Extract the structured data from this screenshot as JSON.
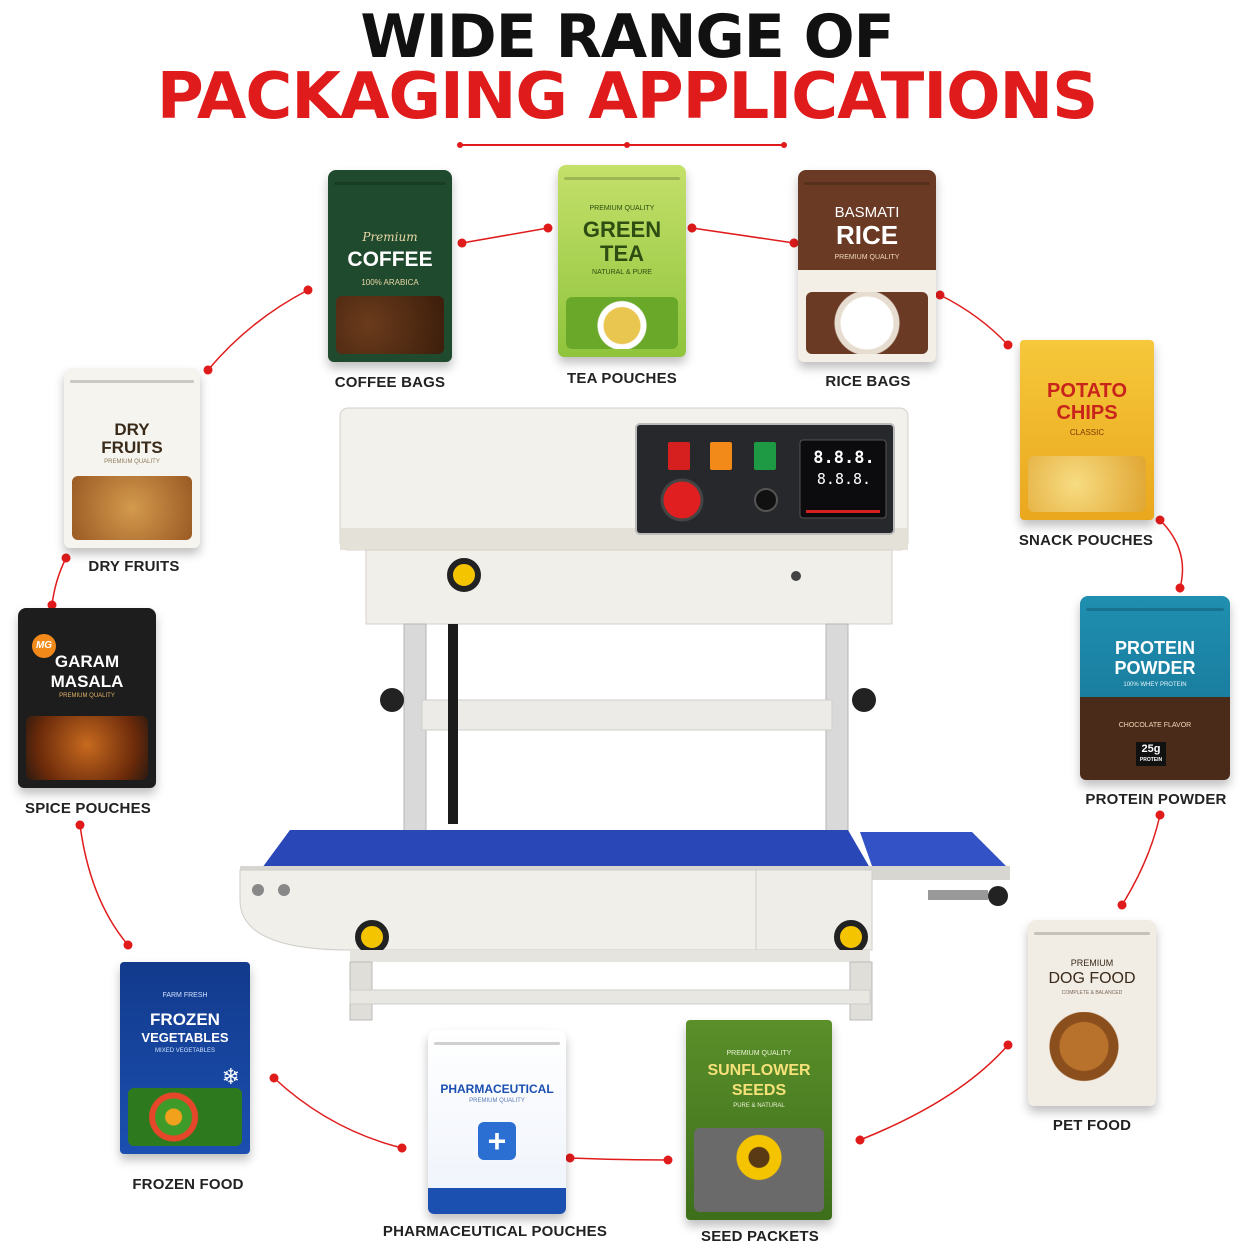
{
  "header": {
    "line1": "WIDE RANGE OF",
    "line2": "PACKAGING APPLICATIONS"
  },
  "colors": {
    "accent_red": "#e01b1b",
    "machine_white": "#f1efea",
    "conveyor_blue": "#2a47b8",
    "knob_yellow": "#f5c400"
  },
  "machine": {
    "display_top": "8.8.8.",
    "display_bottom": "8.8.8."
  },
  "products": {
    "coffee": {
      "caption": "COFFEE BAGS",
      "line1": "Premium",
      "line2": "COFFEE",
      "line3": "100% ARABICA"
    },
    "tea": {
      "caption": "TEA POUCHES",
      "line1": "PREMIUM QUALITY",
      "line2": "GREEN",
      "line3": "TEA",
      "line4": "NATURAL & PURE"
    },
    "rice": {
      "caption": "RICE BAGS",
      "line1": "BASMATI",
      "line2": "RICE",
      "line3": "PREMIUM QUALITY"
    },
    "chips": {
      "caption": "SNACK POUCHES",
      "line1": "POTATO",
      "line2": "CHIPS",
      "line3": "CLASSIC"
    },
    "dryfruits": {
      "caption": "DRY FRUITS",
      "line1": "DRY",
      "line2": "FRUITS",
      "line3": "PREMIUM QUALITY"
    },
    "spice": {
      "caption": "SPICE POUCHES",
      "badge": "MG",
      "line1": "GARAM",
      "line2": "MASALA",
      "line3": "PREMIUM QUALITY"
    },
    "protein": {
      "caption": "PROTEIN POWDER",
      "line1": "PROTEIN",
      "line2": "POWDER",
      "line3": "100% WHEY PROTEIN",
      "line4": "CHOCOLATE FLAVOR",
      "badge": "25g",
      "badge_sub": "PROTEIN"
    },
    "frozen": {
      "caption": "FROZEN FOOD",
      "line1": "FARM FRESH",
      "line2": "FROZEN",
      "line3": "VEGETABLES",
      "line4": "MIXED VEGETABLES"
    },
    "pharma": {
      "caption": "PHARMACEUTICAL POUCHES",
      "line1": "PHARMACEUTICAL",
      "line2": "PREMIUM QUALITY"
    },
    "seeds": {
      "caption": "SEED PACKETS",
      "line1": "PREMIUM QUALITY",
      "line2": "SUNFLOWER",
      "line3": "SEEDS",
      "line4": "PURE & NATURAL"
    },
    "dog": {
      "caption": "PET FOOD",
      "line1": "PREMIUM",
      "line2": "DOG FOOD",
      "line3": "COMPLETE & BALANCED"
    }
  }
}
